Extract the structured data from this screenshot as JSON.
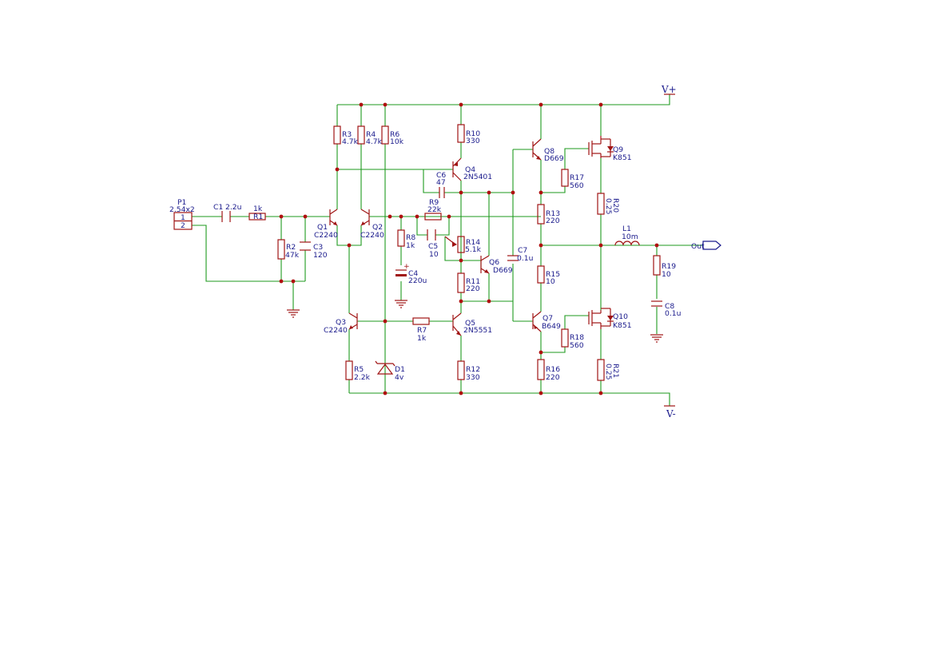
{
  "power": {
    "vplus": "V+",
    "vminus": "V-"
  },
  "output_label": "Out",
  "connector": {
    "ref": "P1",
    "value": "2.54x2",
    "pin1": "1",
    "pin2": "2"
  },
  "components": [
    {
      "id": "c1",
      "ref": "C1",
      "value": "2.2u"
    },
    {
      "id": "r1",
      "ref": "R1",
      "value": "1k"
    },
    {
      "id": "r2",
      "ref": "R2",
      "value": "47k"
    },
    {
      "id": "c3",
      "ref": "C3",
      "value": "120"
    },
    {
      "id": "q1",
      "ref": "Q1",
      "value": "C2240"
    },
    {
      "id": "q2",
      "ref": "Q2",
      "value": "C2240"
    },
    {
      "id": "r3",
      "ref": "R3",
      "value": "4.7k"
    },
    {
      "id": "r4",
      "ref": "R4",
      "value": "4.7k"
    },
    {
      "id": "r6",
      "ref": "R6",
      "value": "10k"
    },
    {
      "id": "r10",
      "ref": "R10",
      "value": "330"
    },
    {
      "id": "q4",
      "ref": "Q4",
      "value": "2N5401"
    },
    {
      "id": "c6",
      "ref": "C6",
      "value": "47"
    },
    {
      "id": "r9",
      "ref": "R9",
      "value": "22k"
    },
    {
      "id": "r8",
      "ref": "R8",
      "value": "1k"
    },
    {
      "id": "c5",
      "ref": "C5",
      "value": "10"
    },
    {
      "id": "r14",
      "ref": "R14",
      "value": "5.1k"
    },
    {
      "id": "c4",
      "ref": "C4",
      "value": "220u"
    },
    {
      "id": "r11",
      "ref": "R11",
      "value": "220"
    },
    {
      "id": "q6",
      "ref": "Q6",
      "value": "D669"
    },
    {
      "id": "c7",
      "ref": "C7",
      "value": "0.1u"
    },
    {
      "id": "q8",
      "ref": "Q8",
      "value": "D669"
    },
    {
      "id": "r17",
      "ref": "R17",
      "value": "560"
    },
    {
      "id": "r13",
      "ref": "R13",
      "value": "220"
    },
    {
      "id": "r15",
      "ref": "R15",
      "value": "10"
    },
    {
      "id": "q7",
      "ref": "Q7",
      "value": "B649"
    },
    {
      "id": "r18",
      "ref": "R18",
      "value": "560"
    },
    {
      "id": "r16",
      "ref": "R16",
      "value": "220"
    },
    {
      "id": "q9",
      "ref": "Q9",
      "value": "K851"
    },
    {
      "id": "q10",
      "ref": "Q10",
      "value": "K851"
    },
    {
      "id": "r20",
      "ref": "R20",
      "value": "0.25"
    },
    {
      "id": "r21",
      "ref": "R21",
      "value": "0.25"
    },
    {
      "id": "l1",
      "ref": "L1",
      "value": "10m"
    },
    {
      "id": "r19",
      "ref": "R19",
      "value": "10"
    },
    {
      "id": "c8",
      "ref": "C8",
      "value": "0.1u"
    },
    {
      "id": "q3",
      "ref": "Q3",
      "value": "C2240"
    },
    {
      "id": "r5",
      "ref": "R5",
      "value": "2.2k"
    },
    {
      "id": "d1",
      "ref": "D1",
      "value": "4v"
    },
    {
      "id": "r7",
      "ref": "R7",
      "value": "1k"
    },
    {
      "id": "q5",
      "ref": "Q5",
      "value": "2N5551"
    },
    {
      "id": "r12",
      "ref": "R12",
      "value": "330"
    }
  ]
}
